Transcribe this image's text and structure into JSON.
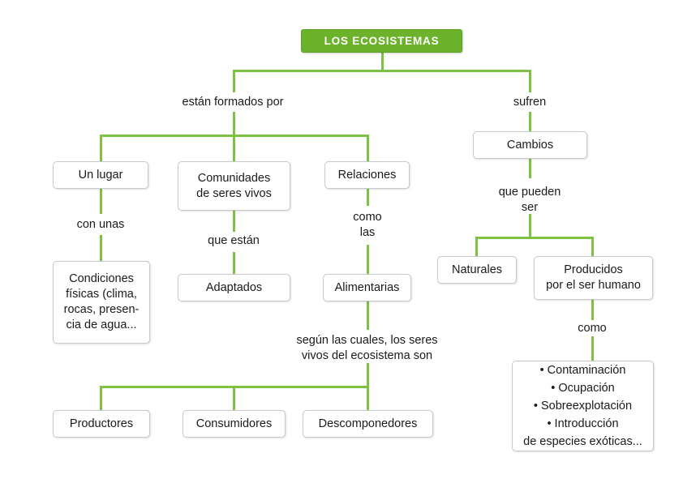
{
  "diagram": {
    "title": "LOS ECOSISTEMAS",
    "type": "concept-map",
    "language": "es",
    "colors": {
      "title_fill": "#6cb22b",
      "title_text": "#ffffff",
      "connector": "#7dc242",
      "node_border": "#c9c9c9",
      "node_fill": "#ffffff",
      "text": "#1a1a1a",
      "background": "#ffffff"
    }
  },
  "nodes": {
    "root": "LOS ECOSISTEMAS",
    "un_lugar": "Un lugar",
    "comunidades": "Comunidades\nde seres vivos",
    "relaciones": "Relaciones",
    "cambios": "Cambios",
    "condiciones": "Condiciones\nfísicas (clima,\nrocas, presen-\ncia de agua...",
    "adaptados": "Adaptados",
    "alimentarias": "Alimentarias",
    "naturales": "Naturales",
    "producidos": "Producidos\npor el ser humano",
    "productores": "Productores",
    "consumidores": "Consumidores",
    "descomponedores": "Descomponedores",
    "impactos": "• Contaminación\n• Ocupación\n• Sobreexplotación\n• Introducción\nde especies exóticas..."
  },
  "captions": {
    "estan_formados_por": "están formados por",
    "sufren": "sufren",
    "con_unas": "con unas",
    "que_estan": "que están",
    "como_las": "como\nlas",
    "que_pueden_ser": "que pueden\nser",
    "segun_las_cuales": "según las cuales, los seres\nvivos del ecosistema son",
    "como": "como"
  }
}
